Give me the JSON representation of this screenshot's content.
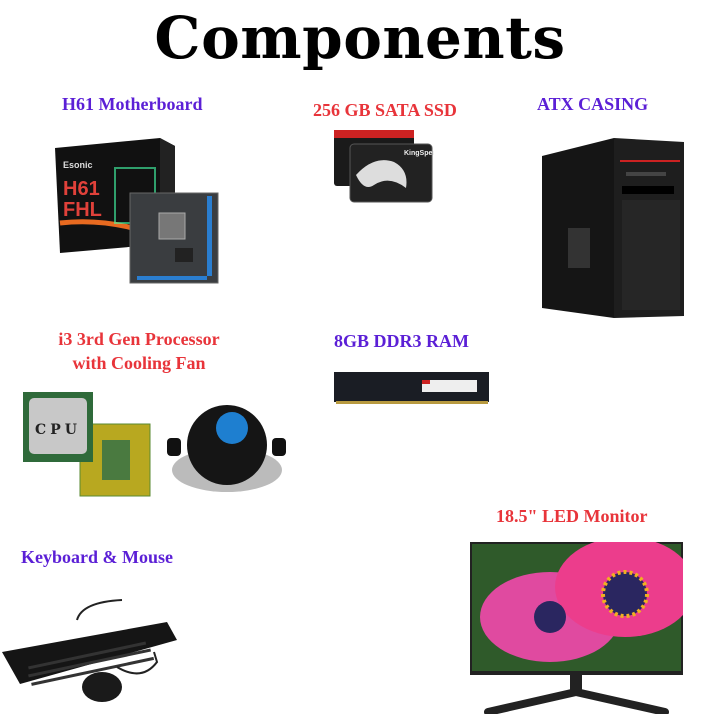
{
  "title": "Components",
  "colors": {
    "purple": "#5b1fd6",
    "red": "#e8343a"
  },
  "items": [
    {
      "label": "H61 Motherboard",
      "color": "purple",
      "image": "motherboard-box-image"
    },
    {
      "label": "256 GB SATA SSD",
      "color": "red",
      "image": "ssd-image"
    },
    {
      "label": "ATX CASING",
      "color": "purple",
      "image": "pc-case-image"
    },
    {
      "label_line1": "i3 3rd Gen Processor",
      "label_line2": "with Cooling Fan",
      "color": "red",
      "image": "cpu-and-cooler-image"
    },
    {
      "label": "8GB DDR3 RAM",
      "color": "purple",
      "image": "ram-stick-image"
    },
    {
      "label": "18.5\" LED Monitor",
      "color": "red",
      "image": "monitor-image"
    },
    {
      "label": "Keyboard & Mouse",
      "color": "purple",
      "image": "keyboard-mouse-image"
    }
  ],
  "image_text": {
    "motherboard_brand": "Esonic",
    "motherboard_model_1": "H61",
    "motherboard_model_2": "FHL",
    "ssd_brand": "KingSpec",
    "cpu_text": "CPU"
  }
}
